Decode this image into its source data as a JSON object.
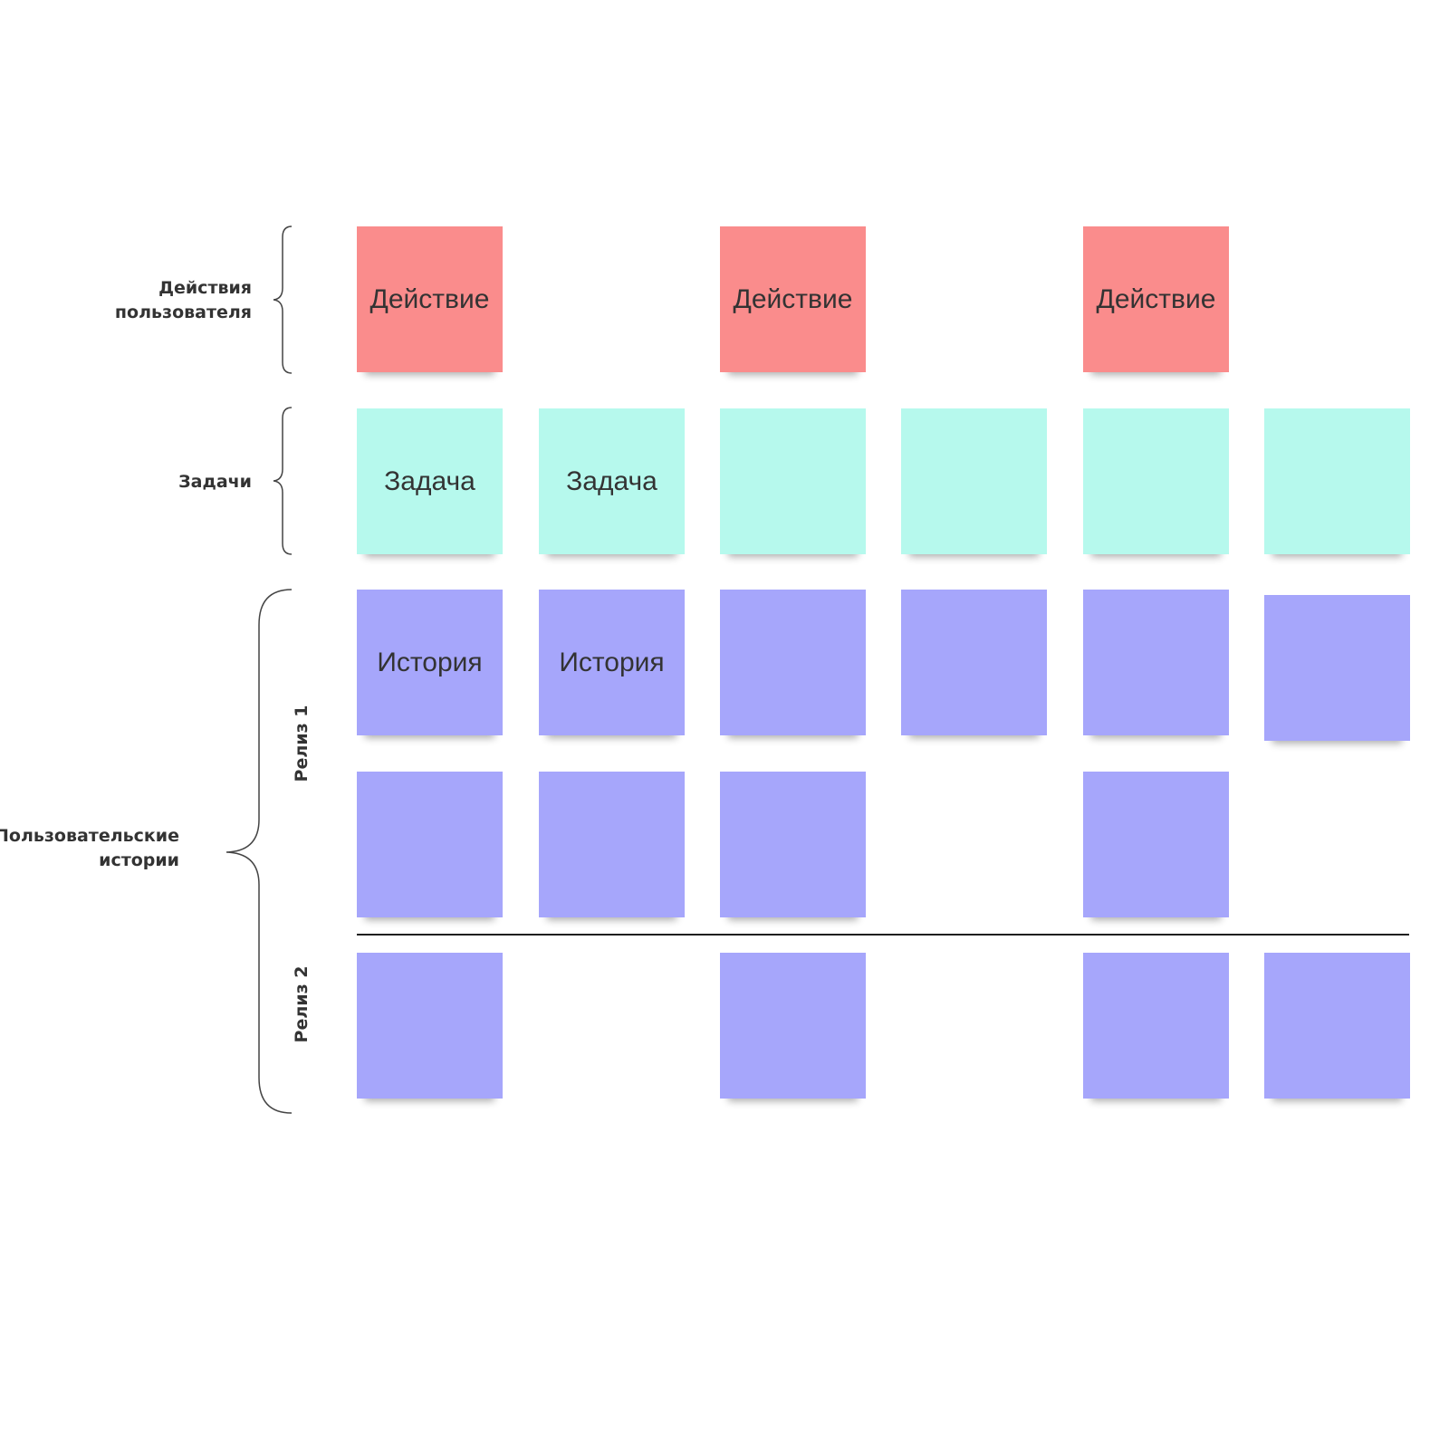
{
  "row_labels": {
    "actions": "Действия\nпользователя",
    "tasks": "Задачи",
    "stories": "Пользовательские\nистории"
  },
  "releases": {
    "r1": "Релиз 1",
    "r2": "Релиз 2"
  },
  "activities": [
    {
      "label": "Действие"
    },
    {
      "label": "Действие"
    },
    {
      "label": "Действие"
    }
  ],
  "tasks": [
    {
      "label": "Задача"
    },
    {
      "label": "Задача"
    },
    {
      "label": ""
    },
    {
      "label": ""
    },
    {
      "label": ""
    },
    {
      "label": ""
    }
  ],
  "stories": {
    "release1_row1": [
      {
        "label": "История"
      },
      {
        "label": "История"
      },
      {
        "label": ""
      },
      {
        "label": ""
      },
      {
        "label": ""
      },
      {
        "label": ""
      }
    ],
    "release1_row2": [
      {
        "label": ""
      },
      {
        "label": ""
      },
      {
        "label": ""
      },
      {
        "label": ""
      }
    ],
    "release2_row1": [
      {
        "label": ""
      },
      {
        "label": ""
      },
      {
        "label": ""
      },
      {
        "label": ""
      }
    ]
  },
  "colors": {
    "activity": "#fa8c8c",
    "task": "#b6f9ed",
    "story": "#a6a6fb",
    "text": "#333333"
  }
}
